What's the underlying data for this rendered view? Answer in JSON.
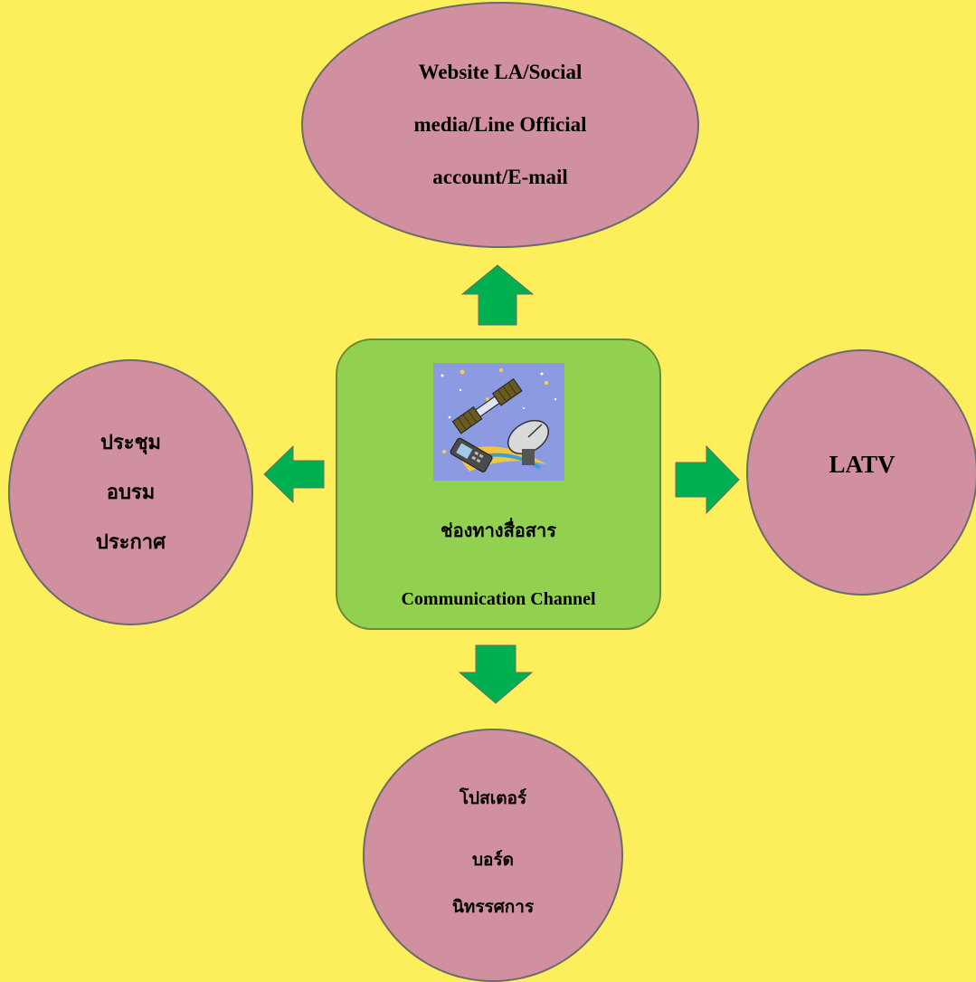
{
  "colors": {
    "background": "#fdee5c",
    "node_fill": "#d1909f",
    "center_fill": "#92d050",
    "arrow": "#00b050"
  },
  "center": {
    "title": "ช่องทางสื่อสาร",
    "subtitle": "Communication Channel",
    "icon": "satellite-communication-clipart"
  },
  "nodes": {
    "top": [
      "Website LA/Social",
      "media/Line Official",
      "account/E-mail"
    ],
    "left": [
      "ประชุม",
      "อบรม",
      "ประกาศ"
    ],
    "right": [
      "LATV"
    ],
    "bottom": [
      "โปสเตอร์",
      "บอร์ด",
      "นิทรรศการ"
    ]
  }
}
